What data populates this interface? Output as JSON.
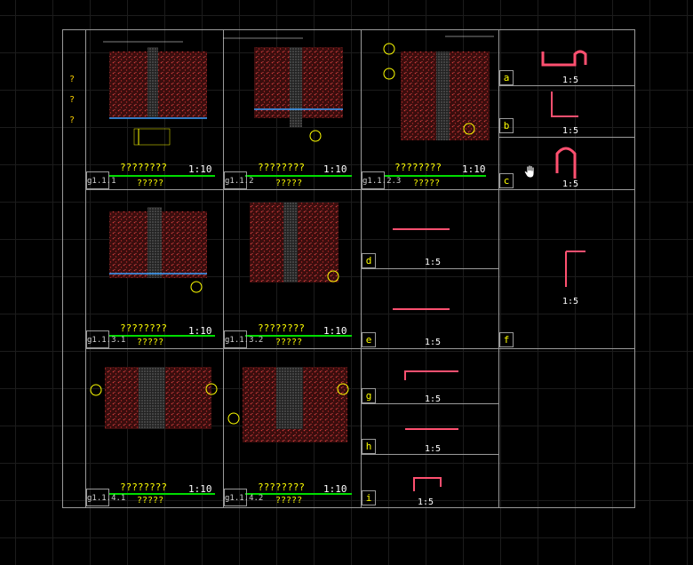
{
  "canvas": {
    "background": "#000000",
    "grid_color": "#1c1c1c",
    "frame_color": "#9a9a9a"
  },
  "legend_marks": [
    "?",
    "?",
    "?"
  ],
  "details": [
    {
      "code": "g1.1.1",
      "title": "????????",
      "subtitle": "?????",
      "scale": "1:10"
    },
    {
      "code": "g1.1.2",
      "title": "????????",
      "subtitle": "?????",
      "scale": "1:10"
    },
    {
      "code": "g1.1.2.3",
      "title": "????????",
      "subtitle": "?????",
      "scale": "1:10"
    },
    {
      "code": "g1.1.3.1",
      "title": "????????",
      "subtitle": "?????",
      "scale": "1:10"
    },
    {
      "code": "g1.1.3.2",
      "title": "????????",
      "subtitle": "?????",
      "scale": "1:10"
    },
    {
      "code": "g1.1.4.1",
      "title": "????????",
      "subtitle": "?????",
      "scale": "1:10"
    },
    {
      "code": "g1.1.4.2",
      "title": "????????",
      "subtitle": "?????",
      "scale": "1:10"
    }
  ],
  "profiles": [
    {
      "letter": "a",
      "scale": "1:5"
    },
    {
      "letter": "b",
      "scale": "1:5"
    },
    {
      "letter": "c",
      "scale": "1:5"
    },
    {
      "letter": "d",
      "scale": "1:5"
    },
    {
      "letter": "e",
      "scale": "1:5"
    },
    {
      "letter": "f",
      "scale": "1:5"
    },
    {
      "letter": "g",
      "scale": "1:5"
    },
    {
      "letter": "h",
      "scale": "1:5"
    },
    {
      "letter": "i",
      "scale": "1:5"
    }
  ],
  "cursor": {
    "icon": "pan-hand-icon"
  }
}
